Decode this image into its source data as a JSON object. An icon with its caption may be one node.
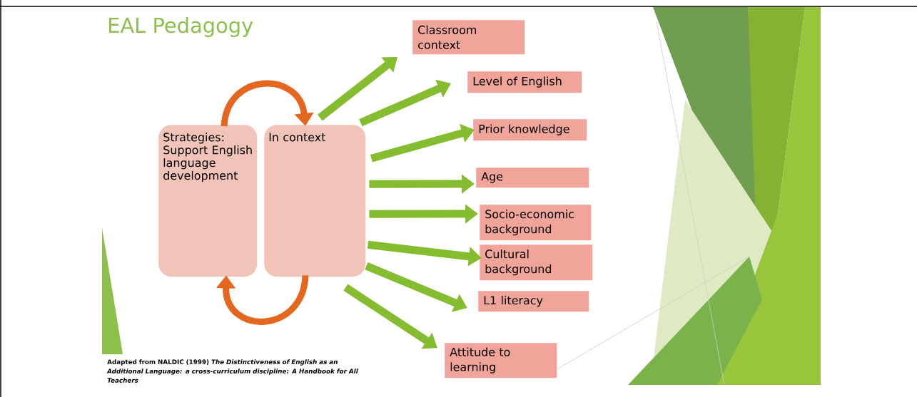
{
  "diagram": {
    "title": "EAL Pedagogy",
    "caption": "Adapted from NALDIC (1999) *The Distinctiveness of English as an Additional Language: a cross-curriculum discipline: A Handbook for All Teachers*",
    "nodes": [
      {
        "text": [
          "Strategies: Support English language development"
        ]
      },
      {
        "text": [
          "In context"
        ]
      },
      {
        "text": [
          "Classroom context"
        ]
      },
      {
        "text": [
          "Level of English"
        ]
      },
      {
        "text": [
          "Prior knowledge"
        ]
      },
      {
        "text": [
          "Age"
        ]
      },
      {
        "text": [
          "Socio-economic background"
        ]
      },
      {
        "text": [
          "Cultural background"
        ]
      },
      {
        "text": [
          "L1 literacy"
        ]
      },
      {
        "text": [
          "Attitude to learning"
        ]
      }
    ],
    "edges": [
      {
        "from": 0,
        "to": 1,
        "arrow": "to",
        "color": "#e4661f"
      },
      {
        "from": 1,
        "to": 0,
        "arrow": "to",
        "color": "#e4661f"
      },
      {
        "from": 1,
        "to": 2,
        "arrow": "to"
      },
      {
        "from": 1,
        "to": 3,
        "arrow": "to"
      },
      {
        "from": 1,
        "to": 4,
        "arrow": "to"
      },
      {
        "from": 1,
        "to": 5,
        "arrow": "to"
      },
      {
        "from": 1,
        "to": 6,
        "arrow": "to"
      },
      {
        "from": 1,
        "to": 7,
        "arrow": "to"
      },
      {
        "from": 1,
        "to": 8,
        "arrow": "to"
      },
      {
        "from": 1,
        "to": 9,
        "arrow": "to"
      }
    ]
  }
}
